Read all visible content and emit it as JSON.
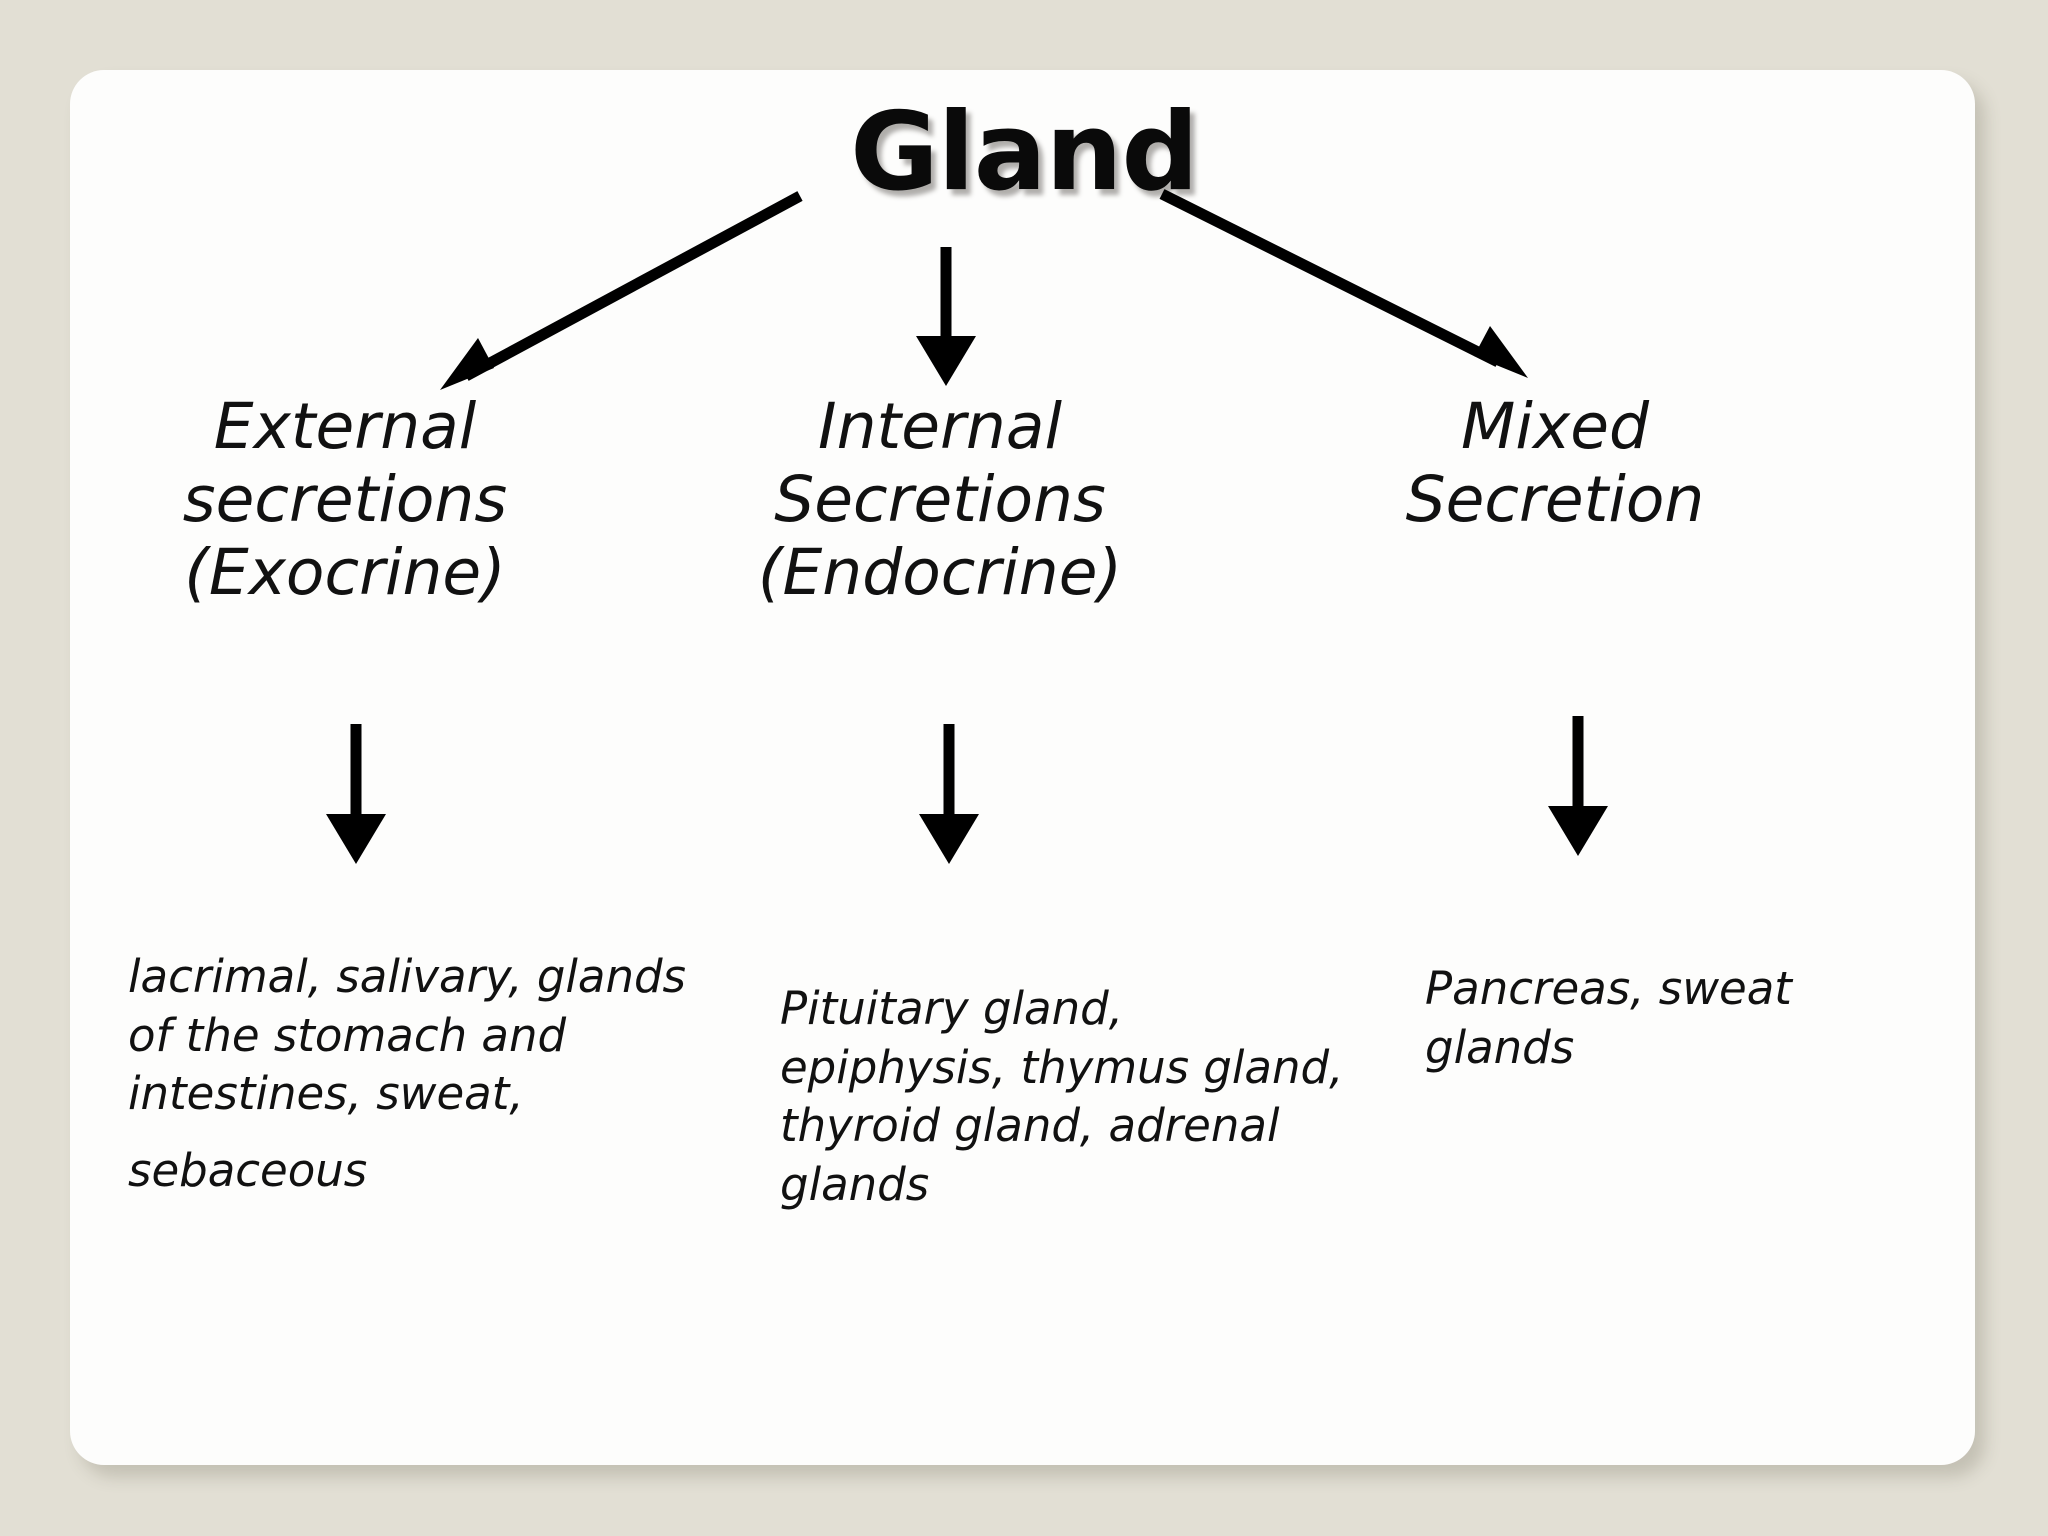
{
  "slide": {
    "title": "Gland",
    "background_color": "#e2dfd4",
    "card_color": "#fdfdfc",
    "text_color": "#111111",
    "arrow_color": "#000000"
  },
  "branches": [
    {
      "id": "exocrine",
      "label": "External\nsecretions\n(Exocrine)",
      "examples": [
        "lacrimal, salivary, glands of the stomach and intestines, sweat,",
        "sebaceous"
      ]
    },
    {
      "id": "endocrine",
      "label": "Internal\nSecretions\n(Endocrine)",
      "examples": [
        "Pituitary gland, epiphysis, thymus gland, thyroid gland, adrenal glands"
      ]
    },
    {
      "id": "mixed",
      "label": "Mixed\nSecretion",
      "examples": [
        "Pancreas, sweat glands"
      ]
    }
  ],
  "arrows": {
    "to_exocrine": "arrow-diagonal-left",
    "to_endocrine": "arrow-down-center",
    "to_mixed": "arrow-diagonal-right",
    "exocrine_to_examples": "arrow-down-left",
    "endocrine_to_examples": "arrow-down-middle",
    "mixed_to_examples": "arrow-down-right"
  }
}
